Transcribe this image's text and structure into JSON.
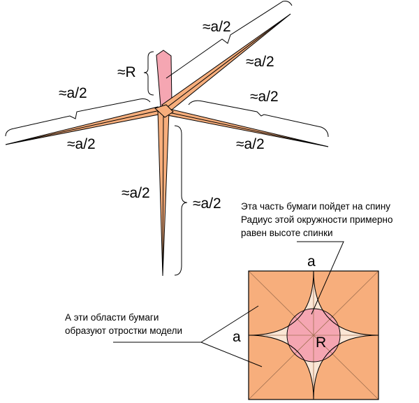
{
  "labels": {
    "ar": "≈a/2",
    "rad": "≈R",
    "side_top": "a",
    "side_left": "a",
    "circle_r": "R"
  },
  "notes": {
    "spine_line1": "Эта часть бумаги пойдет на спину",
    "spine_line2": "Радиус этой окружности примерно",
    "spine_line3": "равен высоте спинки",
    "legs_line1": "А эти области бумаги",
    "legs_line2": "образуют отростки модели"
  },
  "colors": {
    "orange": "#f7ae7c",
    "pink": "#f5a6b2",
    "cream": "#fbe6d5",
    "outline": "#000000"
  }
}
